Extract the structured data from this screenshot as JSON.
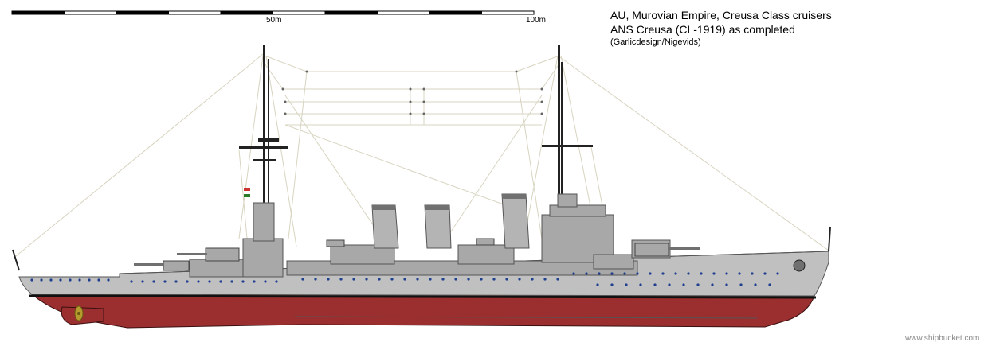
{
  "scale_bar": {
    "label_mid": "50m",
    "label_end": "100m"
  },
  "title": {
    "line1": "AU, Murovian Empire, Creusa Class cruisers",
    "line2": "ANS Creusa (CL-1919) as completed",
    "credit": "(Garlicdesign/Nigevids)"
  },
  "watermark": "www.shipbucket.com",
  "colors": {
    "hull_grey": "#c0c0c0",
    "hull_red": "#9b2f2f",
    "waterline": "#111111",
    "deck_grey": "#a8a8a8",
    "dark_grey": "#707070",
    "porthole": "#1f3f8f",
    "rigging": "#d8d4c0",
    "funnel": "#b4b4b4",
    "mast": "#222222",
    "propeller": "#b59a2e"
  },
  "icons": {
    "flag": "naval-flag-icon",
    "crest": "bow-crest-icon",
    "propeller": "propeller-icon"
  }
}
